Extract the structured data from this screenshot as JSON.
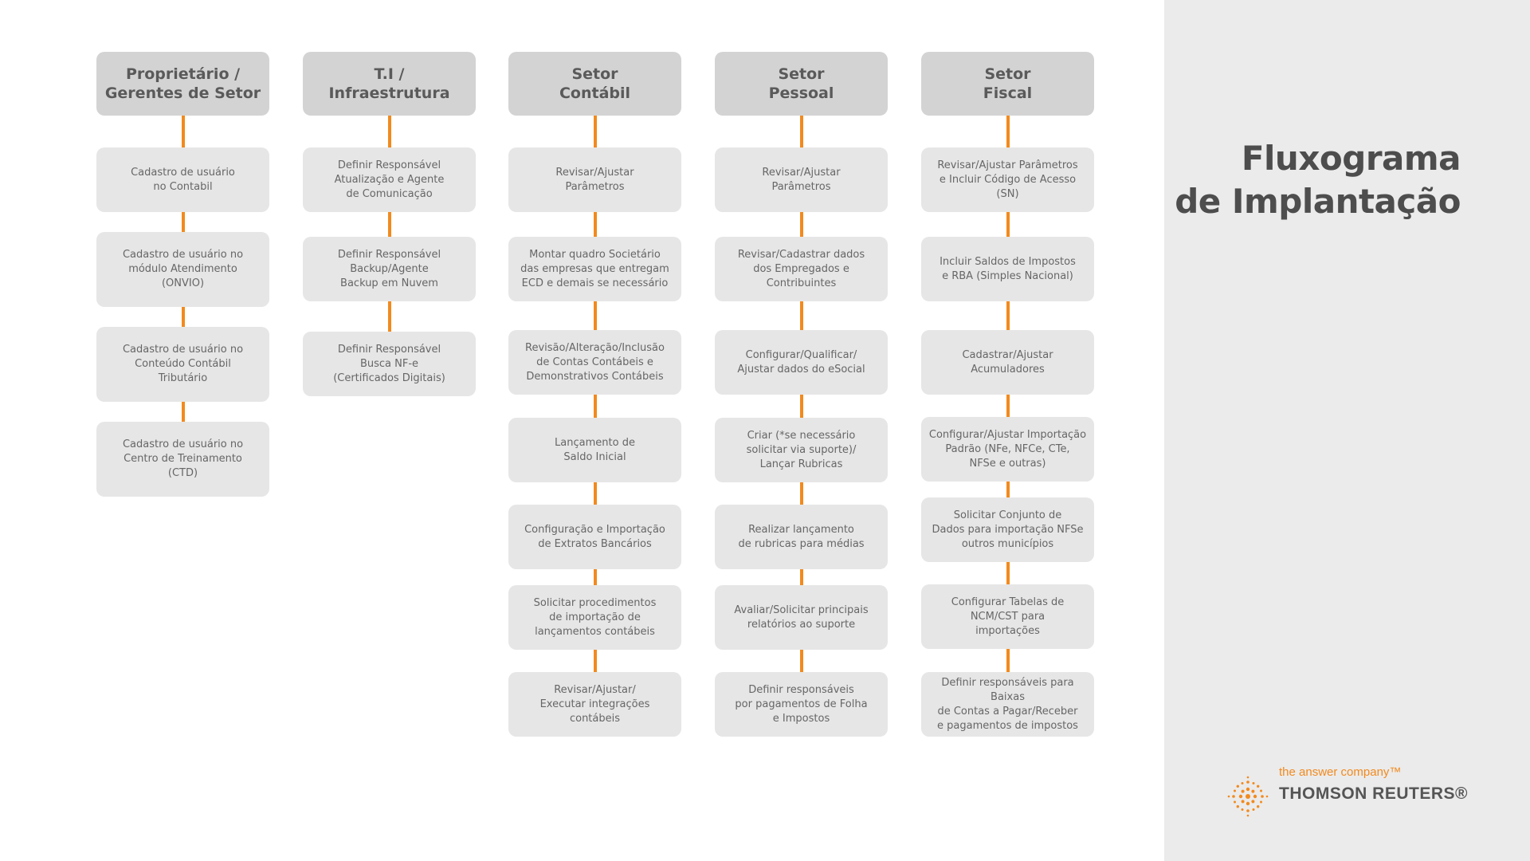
{
  "title": {
    "line1": "Fluxograma",
    "line2": "de Implantação"
  },
  "brand": {
    "tagline": "the answer company™",
    "name": "THOMSON REUTERS®"
  },
  "columns": [
    {
      "header": [
        "Proprietário /",
        "Gerentes de Setor"
      ],
      "steps": [
        "Cadastro de usuário\nno Contabil",
        "Cadastro de usuário no\nmódulo Atendimento\n(ONVIO)",
        "Cadastro de usuário no\nConteúdo Contábil\nTributário",
        "Cadastro de usuário no\nCentro de Treinamento\n(CTD)"
      ]
    },
    {
      "header": [
        "T.I /",
        "Infraestrutura"
      ],
      "steps": [
        "Definir Responsável\nAtualização e Agente\nde Comunicação",
        "Definir Responsável\nBackup/Agente\nBackup em Nuvem",
        "Definir Responsável\nBusca NF-e\n(Certificados Digitais)"
      ]
    },
    {
      "header": [
        "Setor",
        "Contábil"
      ],
      "steps": [
        "Revisar/Ajustar\nParâmetros",
        "Montar quadro Societário\ndas empresas que entregam\nECD e demais se necessário",
        "Revisão/Alteração/Inclusão\nde Contas Contábeis e\nDemonstrativos Contábeis",
        "Lançamento de\nSaldo Inicial",
        "Configuração e Importação\nde Extratos Bancários",
        "Solicitar procedimentos\nde importação de\nlançamentos contábeis",
        "Revisar/Ajustar/\nExecutar integrações\ncontábeis"
      ]
    },
    {
      "header": [
        "Setor",
        "Pessoal"
      ],
      "steps": [
        "Revisar/Ajustar\nParâmetros",
        "Revisar/Cadastrar dados\ndos Empregados e\nContribuintes",
        "Configurar/Qualificar/\nAjustar dados do eSocial",
        "Criar (*se necessário\nsolicitar via suporte)/\nLançar Rubricas",
        "Realizar lançamento\nde rubricas para médias",
        "Avaliar/Solicitar principais\nrelatórios ao suporte",
        "Definir responsáveis\npor pagamentos de Folha\ne Impostos"
      ]
    },
    {
      "header": [
        "Setor",
        "Fiscal"
      ],
      "steps": [
        "Revisar/Ajustar Parâmetros\ne Incluir Código de Acesso\n(SN)",
        "Incluir Saldos de Impostos\ne RBA (Simples Nacional)",
        "Cadastrar/Ajustar\nAcumuladores",
        "Configurar/Ajustar Importação\nPadrão (NFe, NFCe, CTe,\nNFSe e outras)",
        "Solicitar Conjunto de\nDados para importação NFSe\noutros municípios",
        "Configurar Tabelas de\nNCM/CST para\nimportações",
        "Definir responsáveis para Baixas\nde Contas a Pagar/Receber\ne pagamentos de impostos"
      ]
    }
  ]
}
